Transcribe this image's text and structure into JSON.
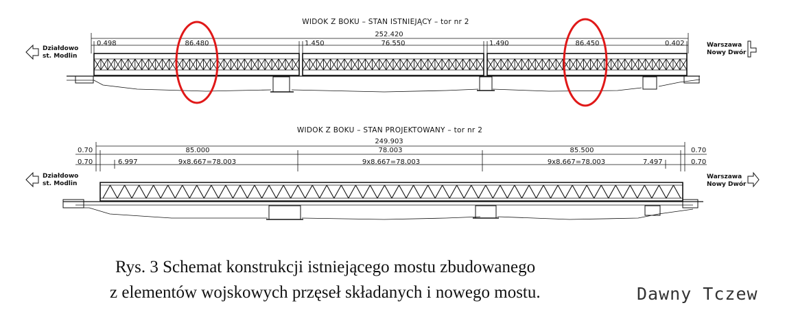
{
  "colors": {
    "ink": "#111111",
    "highlight": "#e01818",
    "watermark": "#333333"
  },
  "top_view": {
    "title": "WIDOK Z BOKU – STAN ISTNIEJĄCY – tor nr 2",
    "overall": "252.420",
    "spans": [
      "0.498",
      "86.480",
      "1.450",
      "76.550",
      "1.490",
      "86.450",
      "0.402"
    ],
    "left_label": [
      "Działdowo",
      "st. Modlin"
    ],
    "right_label": [
      "Warszawa",
      "Nowy Dwór"
    ]
  },
  "bottom_view": {
    "title": "WIDOK Z BOKU – STAN PROJEKTOWANY – tor nr 2",
    "overall": "249.903",
    "row1": [
      "0.70",
      "85.000",
      "78.003",
      "85.500",
      "0.70"
    ],
    "row2": [
      "0.70",
      "6.997",
      "9x8.667=78.003",
      "9x8.667=78.003",
      "9x8.667=78.003",
      "7.497",
      "0.70"
    ],
    "left_label": [
      "Działdowo",
      "st. Modlin"
    ],
    "right_label": [
      "Warszawa",
      "Nowy Dwór"
    ]
  },
  "highlights": [
    "span-86.480-circle",
    "span-86.450-circle"
  ],
  "caption": {
    "line1": "Rys. 3 Schemat konstrukcji istniejącego mostu zbudowanego",
    "line2": "z elementów wojskowych przęseł składanych i nowego mostu."
  },
  "watermark": "Dawny Tczew"
}
